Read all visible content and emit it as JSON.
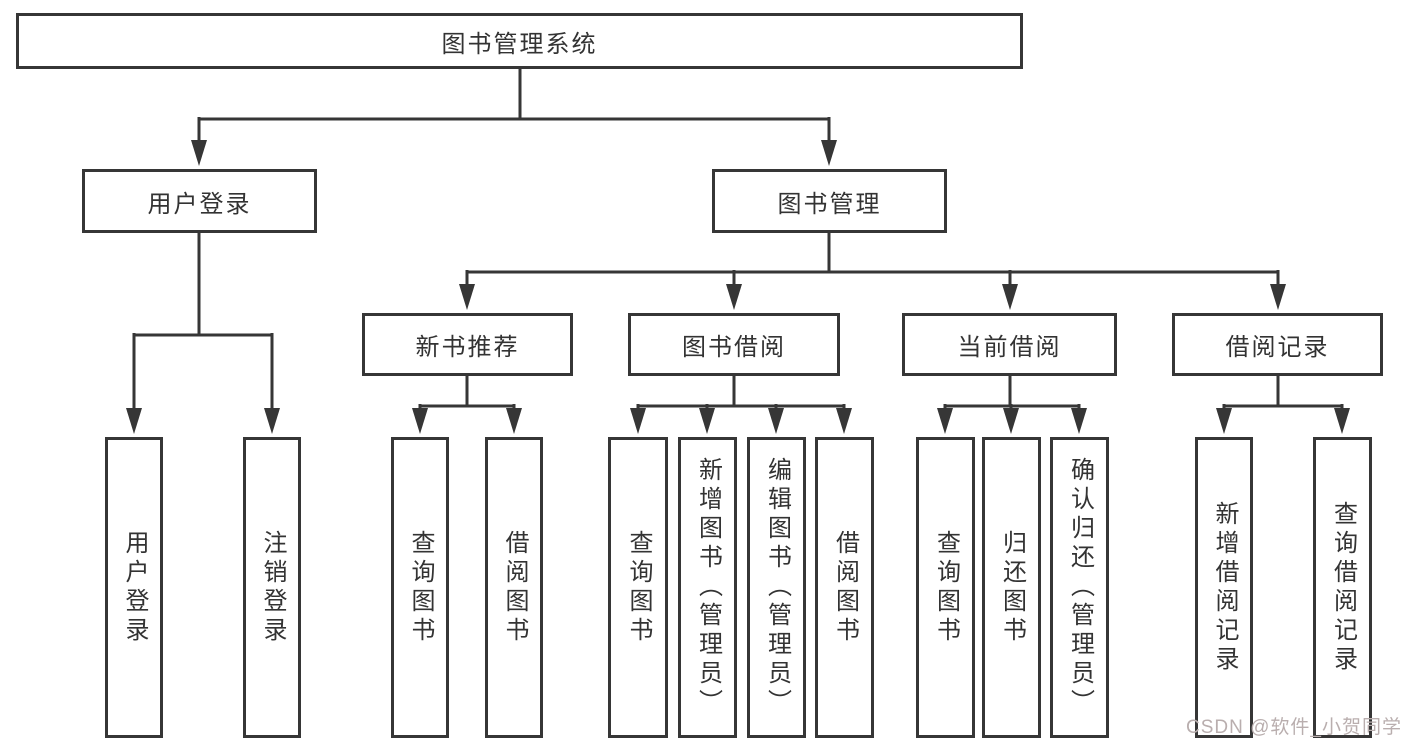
{
  "diagram_title": "图书管理系统",
  "colors": {
    "line": "#363636",
    "text": "#333333",
    "watermark": "#b9aeae",
    "background": "#ffffff"
  },
  "watermark": {
    "text": "CSDN @软件_小贺同学"
  },
  "nodes": {
    "root": {
      "label": "图书管理系统"
    },
    "level2": [
      {
        "label": "用户登录"
      },
      {
        "label": "图书管理"
      }
    ],
    "level3": [
      {
        "label": "新书推荐",
        "parent": "图书管理"
      },
      {
        "label": "图书借阅",
        "parent": "图书管理"
      },
      {
        "label": "当前借阅",
        "parent": "图书管理"
      },
      {
        "label": "借阅记录",
        "parent": "图书管理"
      }
    ],
    "level4": [
      {
        "label": "用户登录",
        "parent": "用户登录"
      },
      {
        "label": "注销登录",
        "parent": "用户登录"
      },
      {
        "label": "查询图书",
        "parent": "新书推荐"
      },
      {
        "label": "借阅图书",
        "parent": "新书推荐"
      },
      {
        "label": "查询图书",
        "parent": "图书借阅"
      },
      {
        "label": "新增图书（管理员）",
        "parent": "图书借阅"
      },
      {
        "label": "编辑图书（管理员）",
        "parent": "图书借阅"
      },
      {
        "label": "借阅图书",
        "parent": "图书借阅"
      },
      {
        "label": "查询图书",
        "parent": "当前借阅"
      },
      {
        "label": "归还图书",
        "parent": "当前借阅"
      },
      {
        "label": "确认归还（管理员）",
        "parent": "当前借阅"
      },
      {
        "label": "新增借阅记录",
        "parent": "借阅记录"
      },
      {
        "label": "查询借阅记录",
        "parent": "借阅记录"
      }
    ]
  }
}
